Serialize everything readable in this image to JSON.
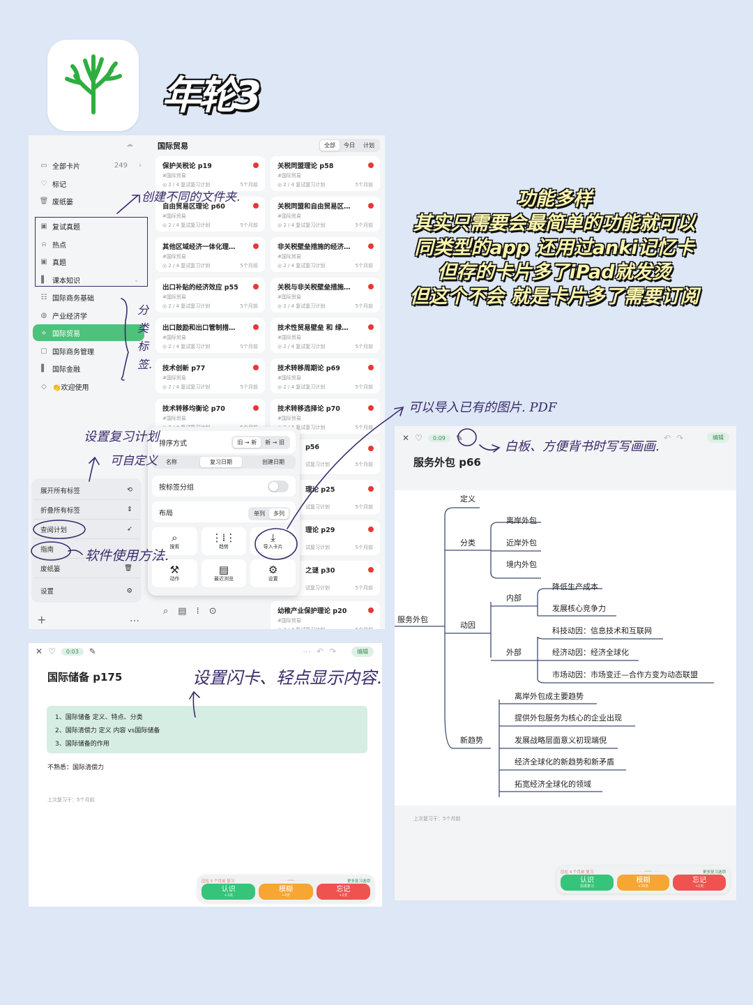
{
  "app": {
    "name": "年轮3"
  },
  "promo": {
    "lines": [
      "功能多样",
      "其实只需要会最简单的功能就可以",
      "同类型的app 还用过anki记忆卡",
      "但存的卡片多了iPad就发烫",
      "但这个不会 就是卡片多了需要订阅"
    ]
  },
  "panel1": {
    "sidebar": {
      "items": [
        {
          "label": "全部卡片",
          "count": "249",
          "icon": "cards-icon"
        },
        {
          "label": "标记",
          "icon": "heart-icon"
        },
        {
          "label": "废纸篓",
          "icon": "trash-icon"
        },
        {
          "label": "复试真题",
          "icon": "folder-icon"
        },
        {
          "label": "热点",
          "icon": "bell-icon"
        },
        {
          "label": "真题",
          "icon": "folder-icon"
        },
        {
          "label": "课本知识",
          "icon": "book-icon"
        },
        {
          "label": "国际商务基础",
          "icon": "group-icon"
        },
        {
          "label": "产业经济学",
          "icon": "globe-icon"
        },
        {
          "label": "国际贸易",
          "icon": "handshake-icon"
        },
        {
          "label": "国际商务管理",
          "icon": "folder-icon"
        },
        {
          "label": "国际金融",
          "icon": "book-icon"
        },
        {
          "label": "👏欢迎使用",
          "icon": "tag-icon"
        }
      ],
      "bottom_menu": [
        "展开所有标签",
        "折叠所有标签",
        "查阅计划",
        "指南",
        "废纸篓",
        "设置"
      ]
    },
    "main": {
      "title": "国际贸易",
      "filters": [
        "全部",
        "今日",
        "计划"
      ],
      "cards": [
        {
          "title": "保护关税论 p19",
          "tag": "#国际贸易",
          "meta": "2 / 4 复试复习计划",
          "age": "5个月前"
        },
        {
          "title": "关税同盟理论 p58",
          "tag": "#国际贸易",
          "meta": "2 / 4 复试复习计划",
          "age": "5个月前"
        },
        {
          "title": "自由贸易区理论 p60",
          "tag": "#国际贸易",
          "meta": "2 / 4 复试复习计划",
          "age": "5个月前"
        },
        {
          "title": "关税同盟和自由贸易区…",
          "tag": "#国际贸易",
          "meta": "2 / 4 复试复习计划",
          "age": "5个月前"
        },
        {
          "title": "其他区域经济一体化理…",
          "tag": "#国际贸易",
          "meta": "2 / 4 复试复习计划",
          "age": "5个月前"
        },
        {
          "title": "非关税壁垒措施的经济…",
          "tag": "#国际贸易",
          "meta": "2 / 4 复试复习计划",
          "age": "5个月前"
        },
        {
          "title": "出口补贴的经济效应 p55",
          "tag": "#国际贸易",
          "meta": "2 / 4 复试复习计划",
          "age": "5个月前"
        },
        {
          "title": "关税与非关税壁垒措施…",
          "tag": "#国际贸易",
          "meta": "2 / 4 复试复习计划",
          "age": "5个月前"
        },
        {
          "title": "出口鼓励和出口管制措…",
          "tag": "#国际贸易",
          "meta": "2 / 4 复试复习计划",
          "age": "5个月前"
        },
        {
          "title": "技术性贸易壁垒 和 绿…",
          "tag": "#国际贸易",
          "meta": "2 / 4 复试复习计划",
          "age": "5个月前"
        },
        {
          "title": "技术创新 p77",
          "tag": "#国际贸易",
          "meta": "2 / 4 复试复习计划",
          "age": "5个月前"
        },
        {
          "title": "技术转移周期论 p69",
          "tag": "#国际贸易",
          "meta": "2 / 4 复试复习计划",
          "age": "5个月前"
        },
        {
          "title": "技术转移均衡论 p70",
          "tag": "#国际贸易",
          "meta": "2 / 4 复试复习计划",
          "age": "5个月前"
        },
        {
          "title": "技术转移选择论 p70",
          "tag": "#国际贸易",
          "meta": "2 / 4 复试复习计划",
          "age": "5个月前"
        },
        {
          "title": "幼稚产业保护理论 p20",
          "tag": "#国际贸易",
          "meta": "3 / 4 复试复习计划",
          "age": "5个月前"
        }
      ],
      "right_partial": [
        {
          "title": "p56",
          "meta": "试复习计划",
          "age": "5个月前"
        },
        {
          "title": "理论 p25",
          "meta": "试复习计划",
          "age": "5个月前"
        },
        {
          "title": "理论 p29",
          "meta": "试复习计划",
          "age": "5个月前"
        },
        {
          "title": "之谜 p30",
          "meta": "试复习计划",
          "age": "5个月前"
        }
      ]
    },
    "popup": {
      "sort_label": "排序方式",
      "sort_dir": [
        "旧 → 新",
        "新 → 旧"
      ],
      "sort_fields": [
        "名称",
        "复习日期",
        "创建日期"
      ],
      "group_label": "按标签分组",
      "layout_label": "布局",
      "layout_opts": [
        "单列",
        "多列"
      ],
      "actions": [
        {
          "label": "搜索",
          "icon": "search-icon"
        },
        {
          "label": "趋势",
          "icon": "waveform-icon"
        },
        {
          "label": "导入卡片",
          "icon": "import-icon"
        },
        {
          "label": "动作",
          "icon": "hammer-icon"
        },
        {
          "label": "最近浏览",
          "icon": "recent-icon"
        },
        {
          "label": "设置",
          "icon": "gear-icon"
        }
      ]
    }
  },
  "panel2": {
    "timer": "0:03",
    "edit": "编辑",
    "title": "国际储备 p175",
    "note_lines": [
      "1、国际储备 定义、特点、分类",
      "2、国际清偿力 定义 内容 vs国际储备",
      "3、国际储备的作用"
    ],
    "unfamiliar": "不熟悉：国际清偿力",
    "last_review": "上次复习于：5个月前",
    "grade_head_left": "应在 5 个月前 复习",
    "grade_head_right": "更多复习选项",
    "buttons": [
      {
        "label": "认识",
        "sub": "+1周",
        "color": "#35c47a"
      },
      {
        "label": "模糊",
        "sub": "+4天",
        "color": "#f7a533"
      },
      {
        "label": "忘记",
        "sub": "+2天",
        "color": "#ef5350"
      }
    ]
  },
  "panel3": {
    "timer": "0:09",
    "edit": "编辑",
    "title": "服务外包 p66",
    "mindmap": {
      "root": "服务外包",
      "n_def": "定义",
      "n_cls": "分类",
      "cls": [
        "离岸外包",
        "近岸外包",
        "境内外包"
      ],
      "n_drv": "动因",
      "n_in": "内部",
      "in": [
        "降低生产成本",
        "发展核心竞争力"
      ],
      "n_out": "外部",
      "out": [
        "科技动因：信息技术和互联网",
        "经济动因：经济全球化",
        "市场动因：市场变迁—合作方变为动态联盟"
      ],
      "n_trend": "新趋势",
      "trend": [
        "离岸外包成主要趋势",
        "提供外包服务为核心的企业出现",
        "发展战略层面意义初现端倪",
        "经济全球化的新趋势和新矛盾",
        "拓宽经济全球化的领域"
      ]
    },
    "last_review": "上次复习于：5个月前",
    "grade_head_left": "应在 4 个月前 复习",
    "grade_head_right": "更多复习选项",
    "buttons": [
      {
        "label": "认识",
        "sub": "完成复习",
        "color": "#35c47a"
      },
      {
        "label": "模糊",
        "sub": "+39天",
        "color": "#f7a533"
      },
      {
        "label": "忘记",
        "sub": "+1天",
        "color": "#ef5350"
      }
    ]
  },
  "handwritten": {
    "create": "创建不同的文件夹.",
    "category": [
      "分",
      "类",
      "标",
      "签."
    ],
    "plan": "设置复习计划",
    "custom": "可自定义",
    "guide": "软件使用方法.",
    "import": "可以导入已有的图片. PDF",
    "whiteboard": "白板、方便背书时写写画画.",
    "flash": "设置闪卡、轻点显示内容."
  }
}
